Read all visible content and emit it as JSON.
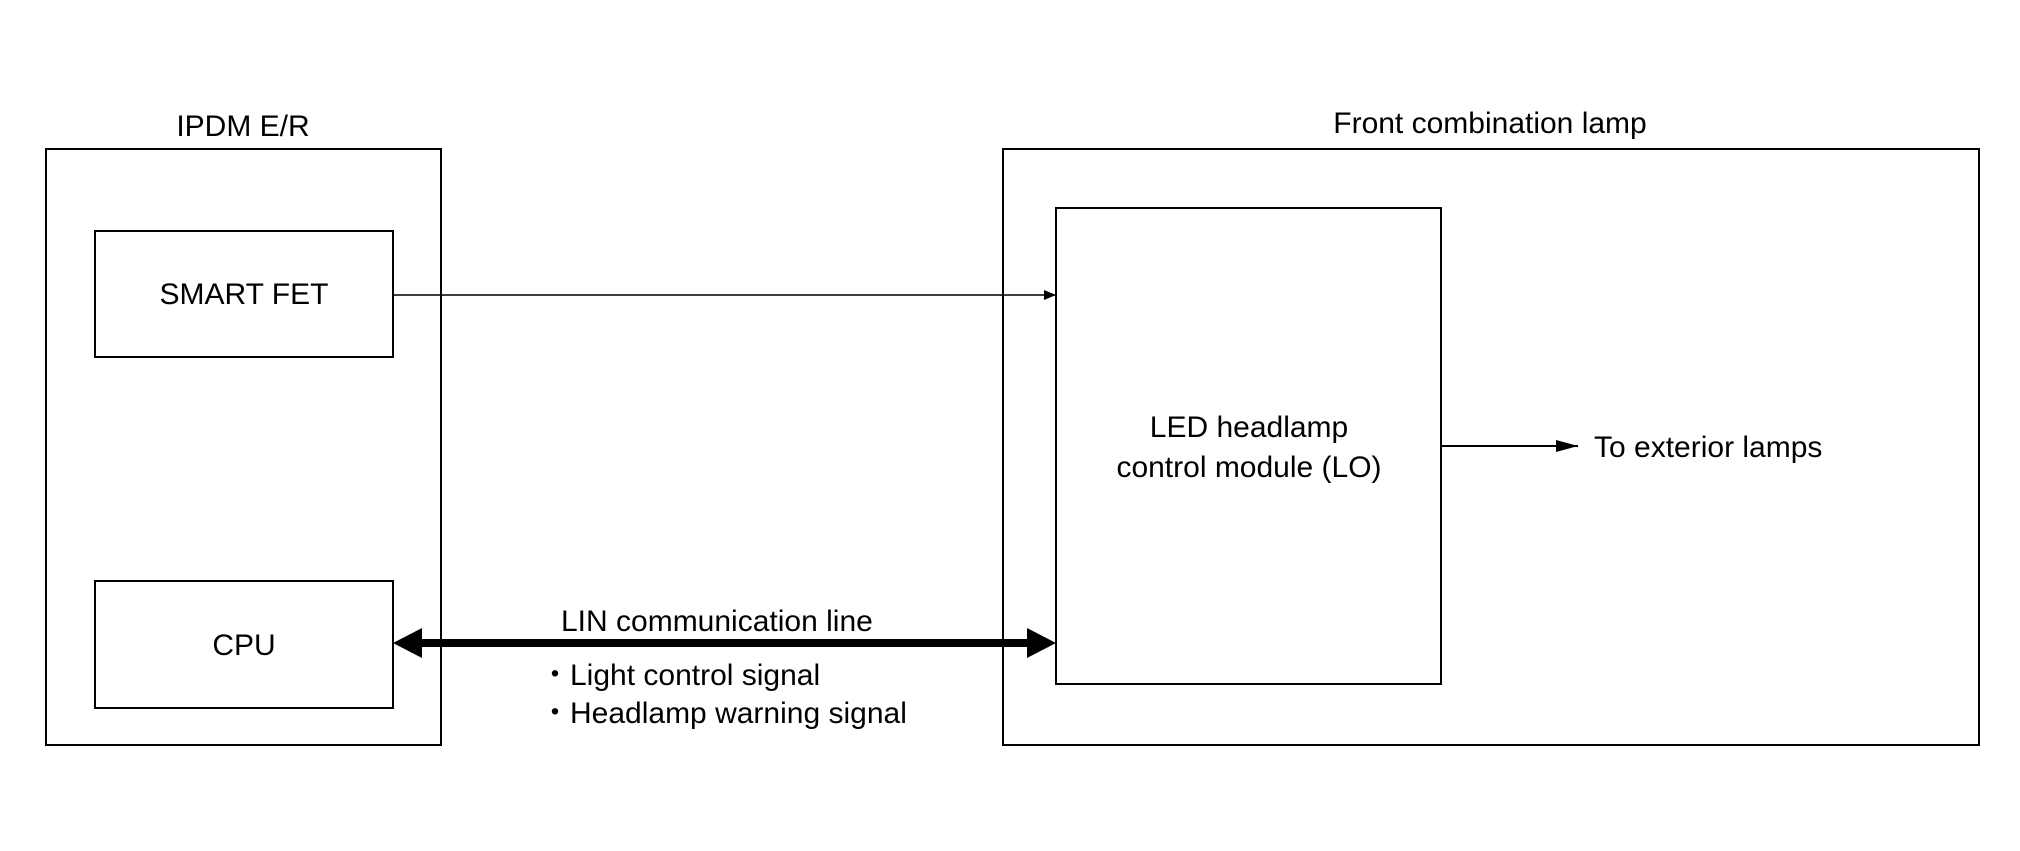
{
  "ipdm": {
    "title": "IPDM E/R",
    "smart_fet_label": "SMART FET",
    "cpu_label": "CPU"
  },
  "front_combination_lamp": {
    "title": "Front combination lamp",
    "module_label_line1": "LED headlamp",
    "module_label_line2": "control module (LO)"
  },
  "output": {
    "label": "To exterior lamps"
  },
  "lin": {
    "label": "LIN communication line",
    "signals": [
      "・Light control signal",
      "・Headlamp warning signal"
    ]
  },
  "colors": {
    "line": "#000000",
    "background": "#ffffff"
  }
}
